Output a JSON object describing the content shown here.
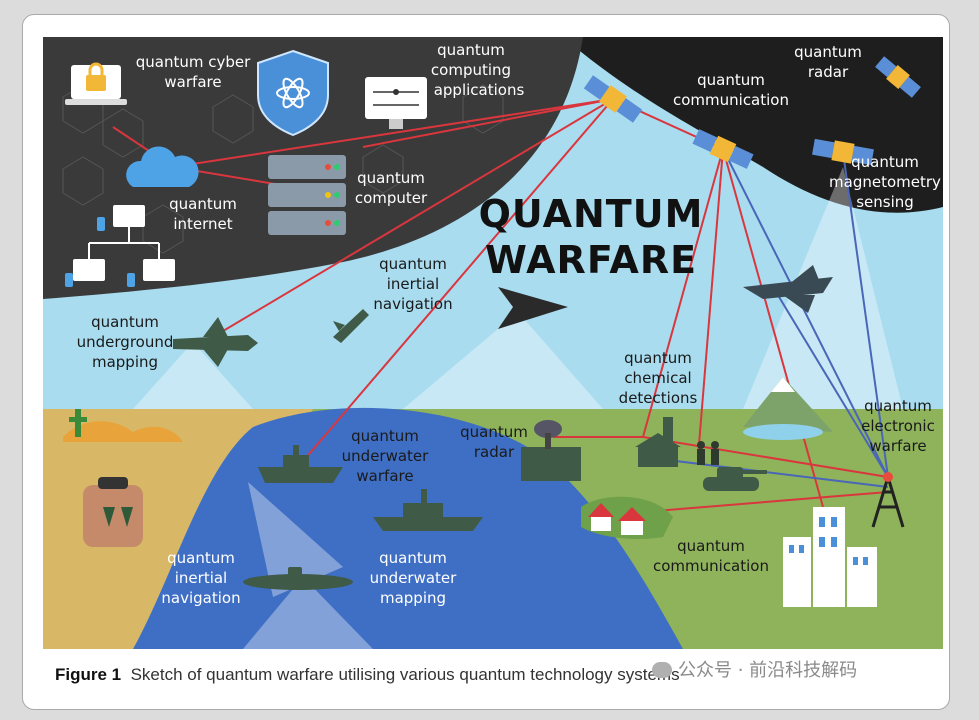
{
  "title_line1": "QUANTUM",
  "title_line2": "WARFARE",
  "labels": {
    "cyber_warfare": [
      "quantum cyber",
      "warfare"
    ],
    "computing_applications": [
      "quantum",
      "computing",
      "applications"
    ],
    "quantum_internet": [
      "quantum",
      "internet"
    ],
    "quantum_computer": [
      "quantum",
      "computer"
    ],
    "satellite_communication": [
      "quantum",
      "communication"
    ],
    "satellite_radar": [
      "quantum",
      "radar"
    ],
    "magnetometry_sensing": [
      "quantum",
      "magnetometry",
      "sensing"
    ],
    "air_inertial_navigation": [
      "quantum",
      "inertial",
      "navigation"
    ],
    "underground_mapping": [
      "quantum",
      "underground",
      "mapping"
    ],
    "chemical_detections": [
      "quantum",
      "chemical",
      "detections"
    ],
    "ground_radar": [
      "quantum",
      "radar"
    ],
    "electronic_warfare": [
      "quantum",
      "electronic",
      "warfare"
    ],
    "underwater_warfare": [
      "quantum",
      "underwater",
      "warfare"
    ],
    "sea_inertial_navigation": [
      "quantum",
      "inertial",
      "navigation"
    ],
    "underwater_mapping": [
      "quantum",
      "underwater",
      "mapping"
    ],
    "ground_communication": [
      "quantum",
      "communication"
    ]
  },
  "caption": {
    "figure_label": "Figure 1",
    "text": "Sketch of quantum warfare utilising various quantum technology systems"
  },
  "watermark": "公众号 · 前沿科技解码",
  "colors": {
    "sky": "#a9dcef",
    "dark_zone": "#3a3a3a",
    "space": "#1e1e1e",
    "ground": "#8fb35a",
    "desert": "#d8b867",
    "water": "#3f6fc4",
    "red_link": "#d9363e",
    "blue_link": "#4a66b8"
  }
}
